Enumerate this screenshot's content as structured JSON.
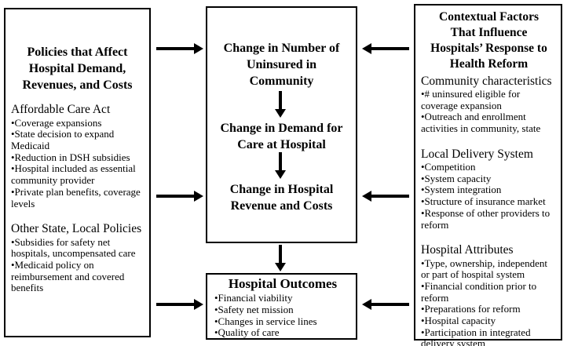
{
  "colors": {
    "line": "#000000",
    "background": "#ffffff",
    "text": "#000000"
  },
  "left_box": {
    "title": "Policies that Affect\nHospital Demand,\nRevenues, and Costs",
    "sections": [
      {
        "heading": "Affordable Care Act",
        "items": [
          "•Coverage expansions",
          "•State decision to expand Medicaid",
          "•Reduction in DSH subsidies",
          "•Hospital included as essential community provider",
          "•Private plan benefits, coverage levels"
        ]
      },
      {
        "heading": "Other State, Local Policies",
        "items": [
          "•Subsidies for safety net hospitals, uncompensated care",
          "•Medicaid policy on reimbursement and covered benefits"
        ]
      }
    ]
  },
  "flow": {
    "steps": [
      "Change in Number of\nUninsured in\nCommunity",
      "Change in Demand for\nCare at Hospital",
      "Change in Hospital\nRevenue and Costs"
    ]
  },
  "outcomes_box": {
    "title": "Hospital Outcomes",
    "items": [
      "•Financial viability",
      "•Safety net mission",
      "•Changes in service lines",
      "•Quality of care"
    ]
  },
  "right_box": {
    "title": "Contextual Factors\nThat Influence\nHospitals’ Response to\nHealth Reform",
    "sections": [
      {
        "heading": "Community characteristics",
        "items": [
          "•# uninsured eligible for coverage expansion",
          "•Outreach and enrollment activities in community, state"
        ]
      },
      {
        "heading": "Local Delivery System",
        "items": [
          "•Competition",
          "•System capacity",
          "•System integration",
          "•Structure of insurance market",
          "•Response of other providers to reform"
        ]
      },
      {
        "heading": "Hospital Attributes",
        "items": [
          "•Type, ownership, independent or part of hospital system",
          "•Financial condition prior to reform",
          "•Preparations for reform",
          "•Hospital capacity",
          "•Participation in integrated delivery system"
        ]
      }
    ]
  }
}
